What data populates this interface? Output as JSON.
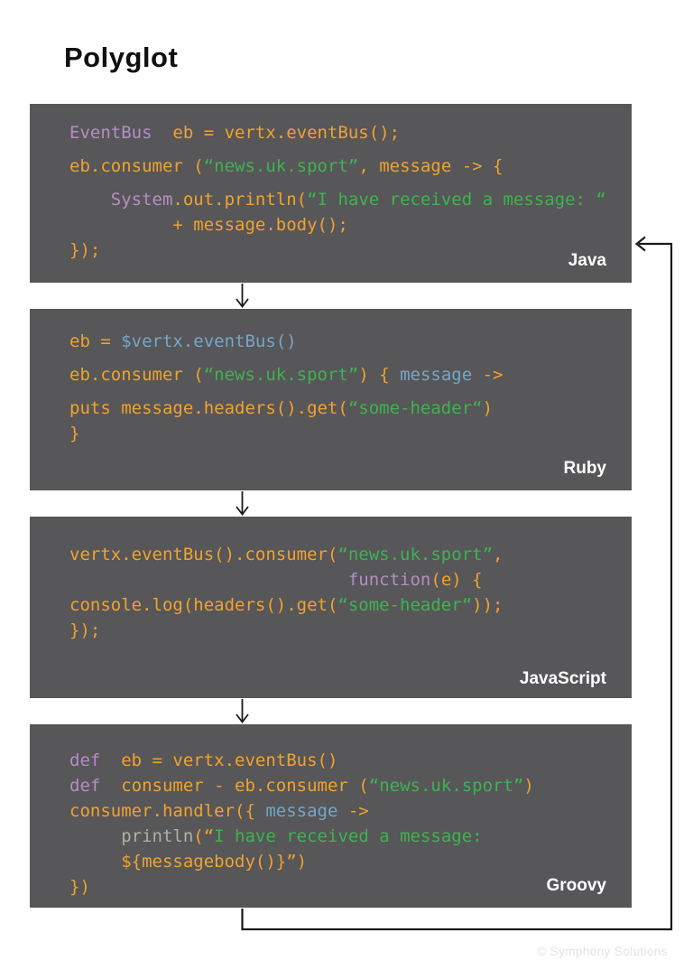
{
  "title": "Polyglot",
  "footer": "© Symphony Solutions",
  "colors": {
    "block_background": "#575658",
    "code_orange": "#F0A32F",
    "code_green": "#3DB451",
    "code_purple": "#B48EC6",
    "code_blue": "#74A7C9",
    "code_gray": "#B3AEA7",
    "label_white": "#FFFFFF",
    "arrow_black": "#1A1A1A"
  },
  "blocks": [
    {
      "id": "java",
      "label": "Java",
      "lines": [
        {
          "segs": [
            {
              "t": "EventBus",
              "c": "purple"
            },
            {
              "t": "  eb = vertx.eventBus();",
              "c": "orange"
            }
          ]
        },
        {
          "segs": [
            {
              "t": "eb.consumer (",
              "c": "orange"
            },
            {
              "t": "“news.uk.sport”",
              "c": "green"
            },
            {
              "t": ", message -> {",
              "c": "orange"
            }
          ]
        },
        {
          "segs": [
            {
              "t": "    ",
              "c": "orange"
            },
            {
              "t": "System",
              "c": "purple"
            },
            {
              "t": ".out.println(",
              "c": "orange"
            },
            {
              "t": "“I have received a message: “",
              "c": "green"
            }
          ]
        },
        {
          "segs": [
            {
              "t": "          + message.body();",
              "c": "orange"
            }
          ]
        },
        {
          "segs": [
            {
              "t": "});",
              "c": "orange"
            }
          ]
        }
      ]
    },
    {
      "id": "ruby",
      "label": "Ruby",
      "lines": [
        {
          "segs": [
            {
              "t": "eb = ",
              "c": "orange"
            },
            {
              "t": "$vertx.eventBus()",
              "c": "blue"
            }
          ]
        },
        {
          "segs": [
            {
              "t": "eb.consumer (",
              "c": "orange"
            },
            {
              "t": "“news.uk.sport”",
              "c": "green"
            },
            {
              "t": ") { ",
              "c": "orange"
            },
            {
              "t": "message",
              "c": "blue"
            },
            {
              "t": " ->",
              "c": "orange"
            }
          ]
        },
        {
          "segs": [
            {
              "t": "puts message.headers().get(",
              "c": "orange"
            },
            {
              "t": "“some-header“",
              "c": "green"
            },
            {
              "t": ")",
              "c": "orange"
            }
          ]
        },
        {
          "segs": [
            {
              "t": "}",
              "c": "orange"
            }
          ]
        }
      ]
    },
    {
      "id": "javascript",
      "label": "JavaScript",
      "lines": [
        {
          "segs": [
            {
              "t": "vertx.eventBus().consumer(",
              "c": "orange"
            },
            {
              "t": "“news.uk.sport”",
              "c": "green"
            },
            {
              "t": ",",
              "c": "orange"
            }
          ]
        },
        {
          "segs": [
            {
              "t": "                           ",
              "c": "orange"
            },
            {
              "t": "function",
              "c": "purple"
            },
            {
              "t": "(e) {",
              "c": "orange"
            }
          ]
        },
        {
          "segs": [
            {
              "t": "console.log(headers().get(",
              "c": "orange"
            },
            {
              "t": "“some-header“",
              "c": "green"
            },
            {
              "t": "));",
              "c": "orange"
            }
          ]
        },
        {
          "segs": [
            {
              "t": "});",
              "c": "orange"
            }
          ]
        }
      ]
    },
    {
      "id": "groovy",
      "label": "Groovy",
      "lines": [
        {
          "segs": [
            {
              "t": "def",
              "c": "purple"
            },
            {
              "t": "  eb = vertx.eventBus()",
              "c": "orange"
            }
          ]
        },
        {
          "segs": [
            {
              "t": "def",
              "c": "purple"
            },
            {
              "t": "  consumer - eb.consumer (",
              "c": "orange"
            },
            {
              "t": "“news.uk.sport”",
              "c": "green"
            },
            {
              "t": ")",
              "c": "orange"
            }
          ]
        },
        {
          "segs": [
            {
              "t": "consumer.handler({ ",
              "c": "orange"
            },
            {
              "t": "message",
              "c": "blue"
            },
            {
              "t": " ->",
              "c": "orange"
            }
          ]
        },
        {
          "segs": [
            {
              "t": "     ",
              "c": "orange"
            },
            {
              "t": "println",
              "c": "gray"
            },
            {
              "t": "(“",
              "c": "orange"
            },
            {
              "t": "I have received a message:",
              "c": "green"
            }
          ]
        },
        {
          "segs": [
            {
              "t": "     ${messagebody()}”)",
              "c": "orange"
            }
          ]
        },
        {
          "segs": [
            {
              "t": "})",
              "c": "orange"
            }
          ]
        }
      ]
    }
  ]
}
